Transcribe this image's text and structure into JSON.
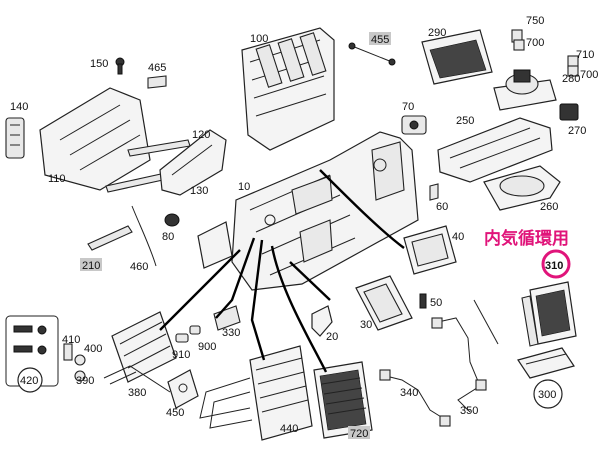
{
  "highlight": {
    "text": "内気循環用",
    "color": "#e0147a",
    "part_label": "310"
  },
  "labels": {
    "p100": "100",
    "p150": "150",
    "p465": "465",
    "p455": "455",
    "p290": "290",
    "p750": "750",
    "p700a": "700",
    "p710": "710",
    "p700b": "700",
    "p280": "280",
    "p140": "140",
    "p120": "120",
    "p70": "70",
    "p250": "250",
    "p270": "270",
    "p110": "110",
    "p130": "130",
    "p10": "10",
    "p60": "60",
    "p260": "260",
    "p80": "80",
    "p40": "40",
    "p210": "210",
    "p460": "460",
    "p50": "50",
    "p330": "330",
    "p30": "30",
    "p20": "20",
    "p410": "410",
    "p400": "400",
    "p910": "910",
    "p900": "900",
    "p390": "390",
    "p380": "380",
    "p420": "420",
    "p340": "340",
    "p350": "350",
    "p450": "450",
    "p440": "440",
    "p720": "720",
    "p300": "300"
  },
  "boxed_labels": [
    "p455",
    "p210",
    "p720"
  ],
  "circled_labels": [
    "p420",
    "p300"
  ]
}
